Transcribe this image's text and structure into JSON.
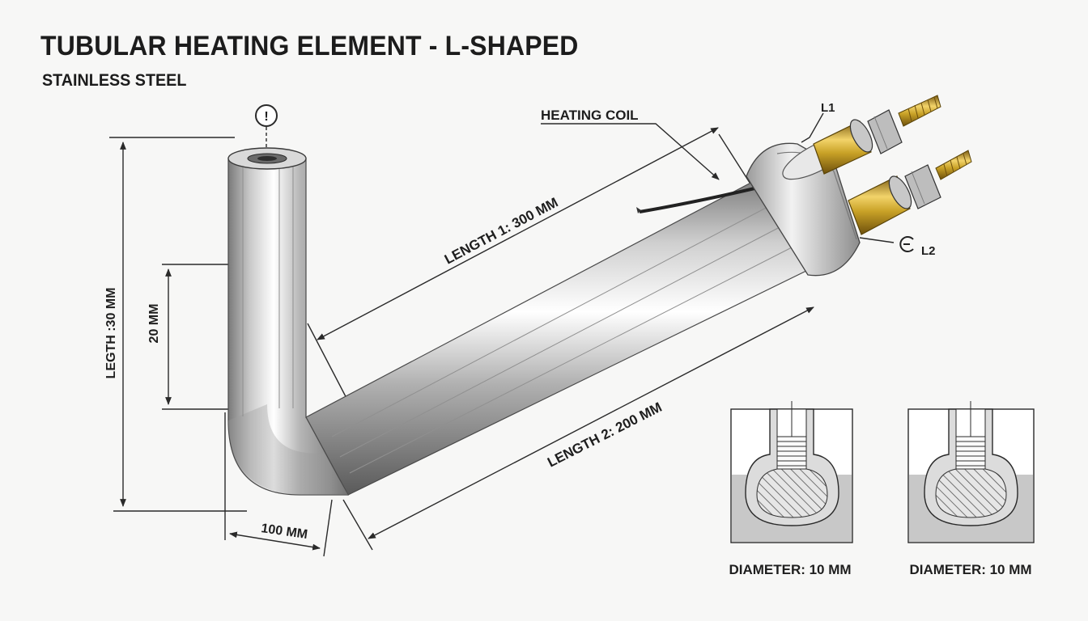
{
  "title": "TUBULAR HEATING ELEMENT - L-SHAPED",
  "subtitle": "STAINLESS STEEL",
  "labels": {
    "heating_coil": "HEATING COIL",
    "terminal_1": "L1",
    "terminal_2": "L2",
    "top_marker": "!",
    "length_1": "LENGTH 1: 300 MM",
    "length_2": "LENGTH 2: 200 MM",
    "vertical_length": "LEGTH :30 MM",
    "inner_length": "20 MM",
    "bend_width": "100 MM"
  },
  "sections": [
    {
      "caption": "DIAMETER: 10 MM"
    },
    {
      "caption": "DIAMETER: 10 MM"
    }
  ],
  "colors": {
    "steel_light": "#f4f4f4",
    "steel_dark": "#6e6e6e",
    "brass": "#c9a227",
    "line": "#2a2a2a",
    "section_fill": "#c8c8c8"
  }
}
